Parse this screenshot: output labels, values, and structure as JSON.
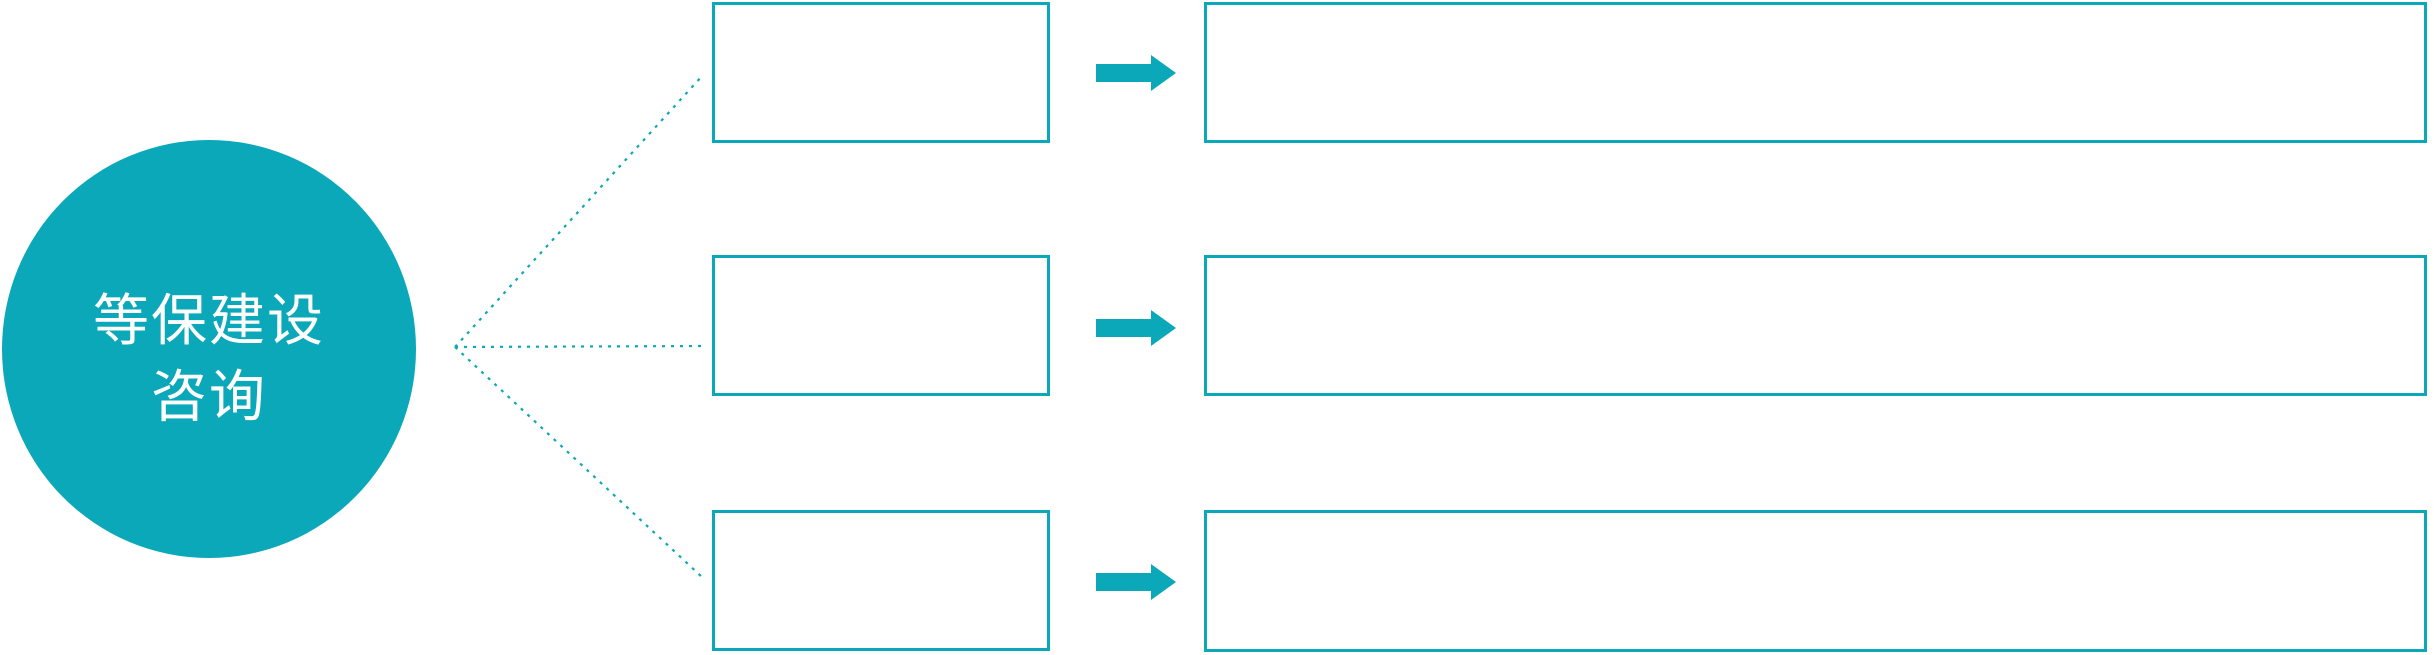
{
  "diagram": {
    "circle": {
      "line1": "等保建设",
      "line2": "咨询"
    },
    "colors": {
      "accent": "#0AA8B8",
      "circle_text": "#FFFFFF",
      "box_fill": "#FFFFFF"
    },
    "rows": [
      {
        "box_text": "",
        "detail_text": ""
      },
      {
        "box_text": "",
        "detail_text": ""
      },
      {
        "box_text": "",
        "detail_text": ""
      }
    ],
    "icons": {
      "arrow": "arrow-right-icon",
      "connector": "dotted-connector"
    }
  }
}
